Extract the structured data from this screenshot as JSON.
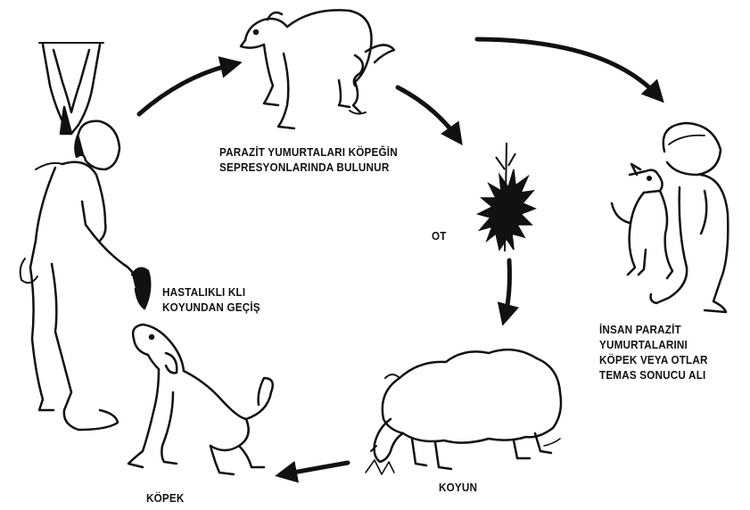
{
  "labels": {
    "dog_stage": [
      "PARAZİT YUMURTALARI KÖPEĞİN",
      "SEPRESYONLARINDA BULUNUR"
    ],
    "grass": "OT",
    "human_stage": [
      "İNSAN PARAZİT",
      "YUMURTALARINI",
      "KÖPEK VEYA OTLAR",
      "TEMAS SONUCU ALI"
    ],
    "sheep_stage": [
      "HASTALIKLI KLI",
      "KOYUNDAN GEÇİŞ"
    ],
    "sheep": "KOYUN",
    "dog": "KÖPEK"
  },
  "colors": {
    "ink": "#111111",
    "paper": "#ffffff"
  },
  "icons": [
    "squatting-dog-icon",
    "child-hugging-dog-icon",
    "grass-plant-icon",
    "sheep-icon",
    "dog-icon",
    "shepherd-man-icon",
    "cycle-arrow-icon"
  ]
}
